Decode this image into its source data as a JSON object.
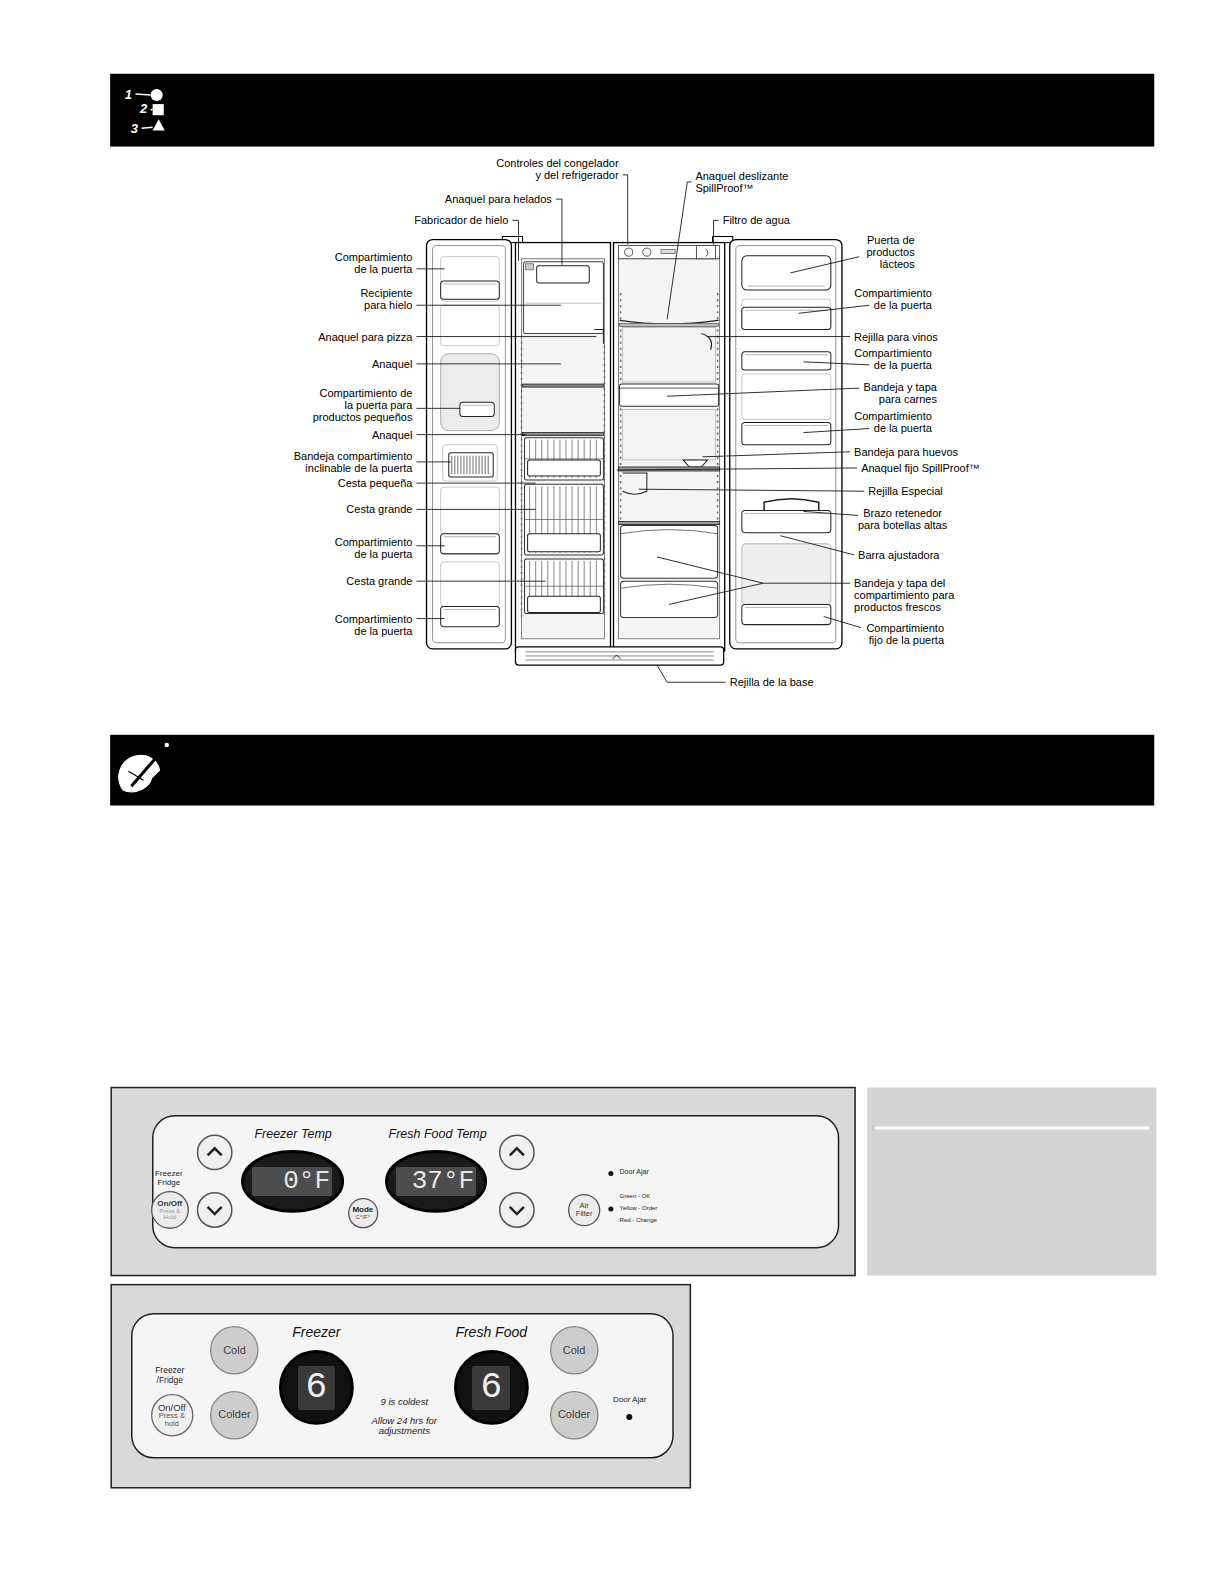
{
  "diagram": {
    "nodes": [
      {
        "text": [
          "Freezer Fridge",
          "Freezer Temp",
          "Fresh Food Temp",
          "Door Ajar",
          "Green - OK",
          "Yellow - Order",
          "Red - Change"
        ]
      },
      {
        "text": [
          "On/Off",
          "Press & Hold"
        ],
        "in": 0
      },
      {
        "text": [
          "0°F"
        ],
        "in": 0
      },
      {
        "text": [
          "Mode",
          "C°/F°"
        ],
        "in": 0
      },
      {
        "text": [
          "37°F"
        ],
        "in": 0
      },
      {
        "text": [
          "Air Filter"
        ],
        "in": 0
      },
      {
        "text": [
          "Freezer /Fridge",
          "Freezer",
          "9 is coldest",
          "Allow 24 hrs for adjustments",
          "Fresh Food",
          "Door Ajar"
        ]
      },
      {
        "text": [
          "On/Off",
          "Press & hold"
        ],
        "in": 6
      },
      {
        "text": [
          "Cold"
        ],
        "in": 6
      },
      {
        "text": [
          "Colder"
        ],
        "in": 6
      },
      {
        "text": [
          "6"
        ],
        "in": 6
      },
      {
        "text": [
          "6"
        ],
        "in": 6
      },
      {
        "text": [
          "Cold"
        ],
        "in": 6
      },
      {
        "text": [
          "Colder"
        ],
        "in": 6
      }
    ],
    "labels": [
      "1",
      "2",
      "3",
      "Controles del congelador y del refrigerador",
      "Anaquel deslizante SpillProof™",
      "Anaquel para helados",
      "Fabricador de hielo",
      "Filtro de agua",
      "Puerta de productos lácteos",
      "Compartimiento de la puerta",
      "Compartimiento de la puerta",
      "Recipiente para hielo",
      "Anaquel para pizza",
      "Rejilla para vinos",
      "Compartimiento de la puerta",
      "Anaquel",
      "Bandeja y tapa para carnes",
      "Compartimiento de la puerta para productos pequeños",
      "Compartimiento de la puerta",
      "Anaquel",
      "Bandeja para huevos",
      "Bandeja compartimiento inclinable de la puerta",
      "Anaquel fijo SpillProof™",
      "Cesta pequeña",
      "Rejilla Especial",
      "Cesta grande",
      "Brazo retenedor para botellas altas",
      "Compartimiento de la puerta",
      "Barra ajustadora",
      "Bandeja y tapa del compartimiento para productos frescos",
      "Cesta grande",
      "Compartimiento de la puerta",
      "Compartimiento fijo de la puerta",
      "Rejilla de la base"
    ]
  }
}
